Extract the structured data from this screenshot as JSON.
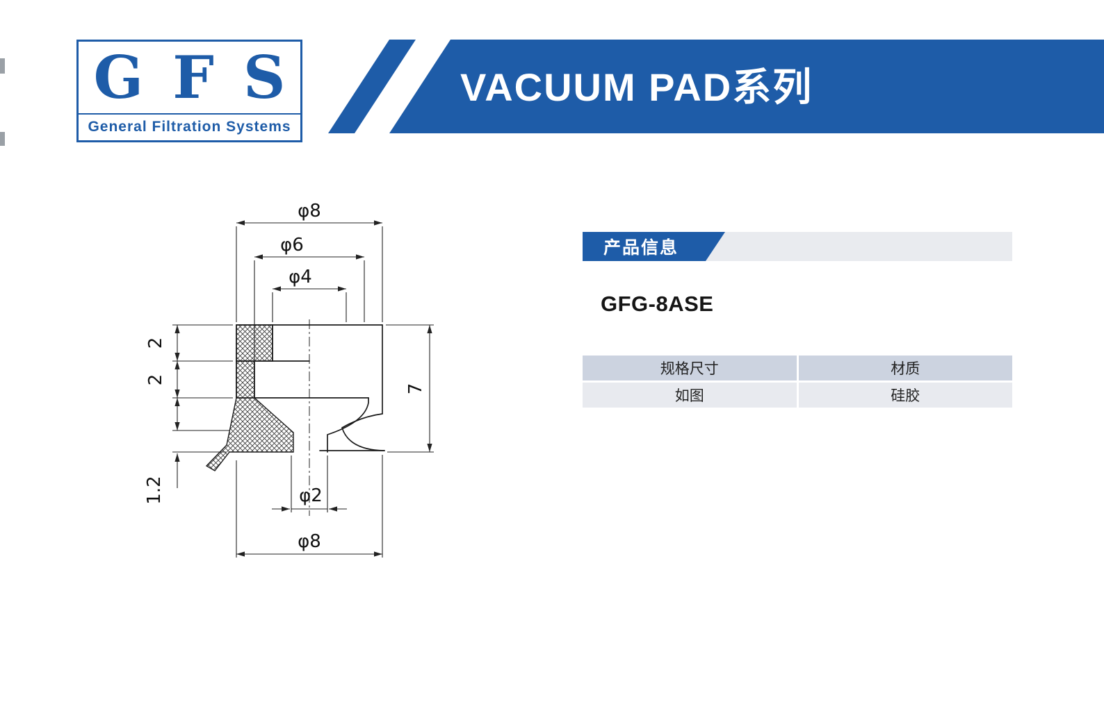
{
  "logo": {
    "acronym": "GFS",
    "subtitle": "General Filtration Systems"
  },
  "banner": {
    "title": "VACUUM PAD系列"
  },
  "drawing": {
    "dim_top_outer_dia": "φ8",
    "dim_mid_dia": "φ6",
    "dim_inner_dia": "φ4",
    "dim_left_upper": "2",
    "dim_left_lower": "2",
    "dim_total_height": "7",
    "dim_lip_thickness": "1.2",
    "dim_bottom_hole_dia": "φ2",
    "dim_bottom_outer_dia": "φ8"
  },
  "product": {
    "section_title": "产品信息",
    "model": "GFG-8ASE",
    "table": {
      "headers": [
        "规格尺寸",
        "材质"
      ],
      "row": [
        "如图",
        "硅胶"
      ]
    }
  },
  "colors": {
    "brand_blue": "#1e5ca8",
    "section_bar_bg": "#e9ebef",
    "table_header_bg": "#ccd3e0",
    "table_row_bg": "#e8eaef"
  }
}
